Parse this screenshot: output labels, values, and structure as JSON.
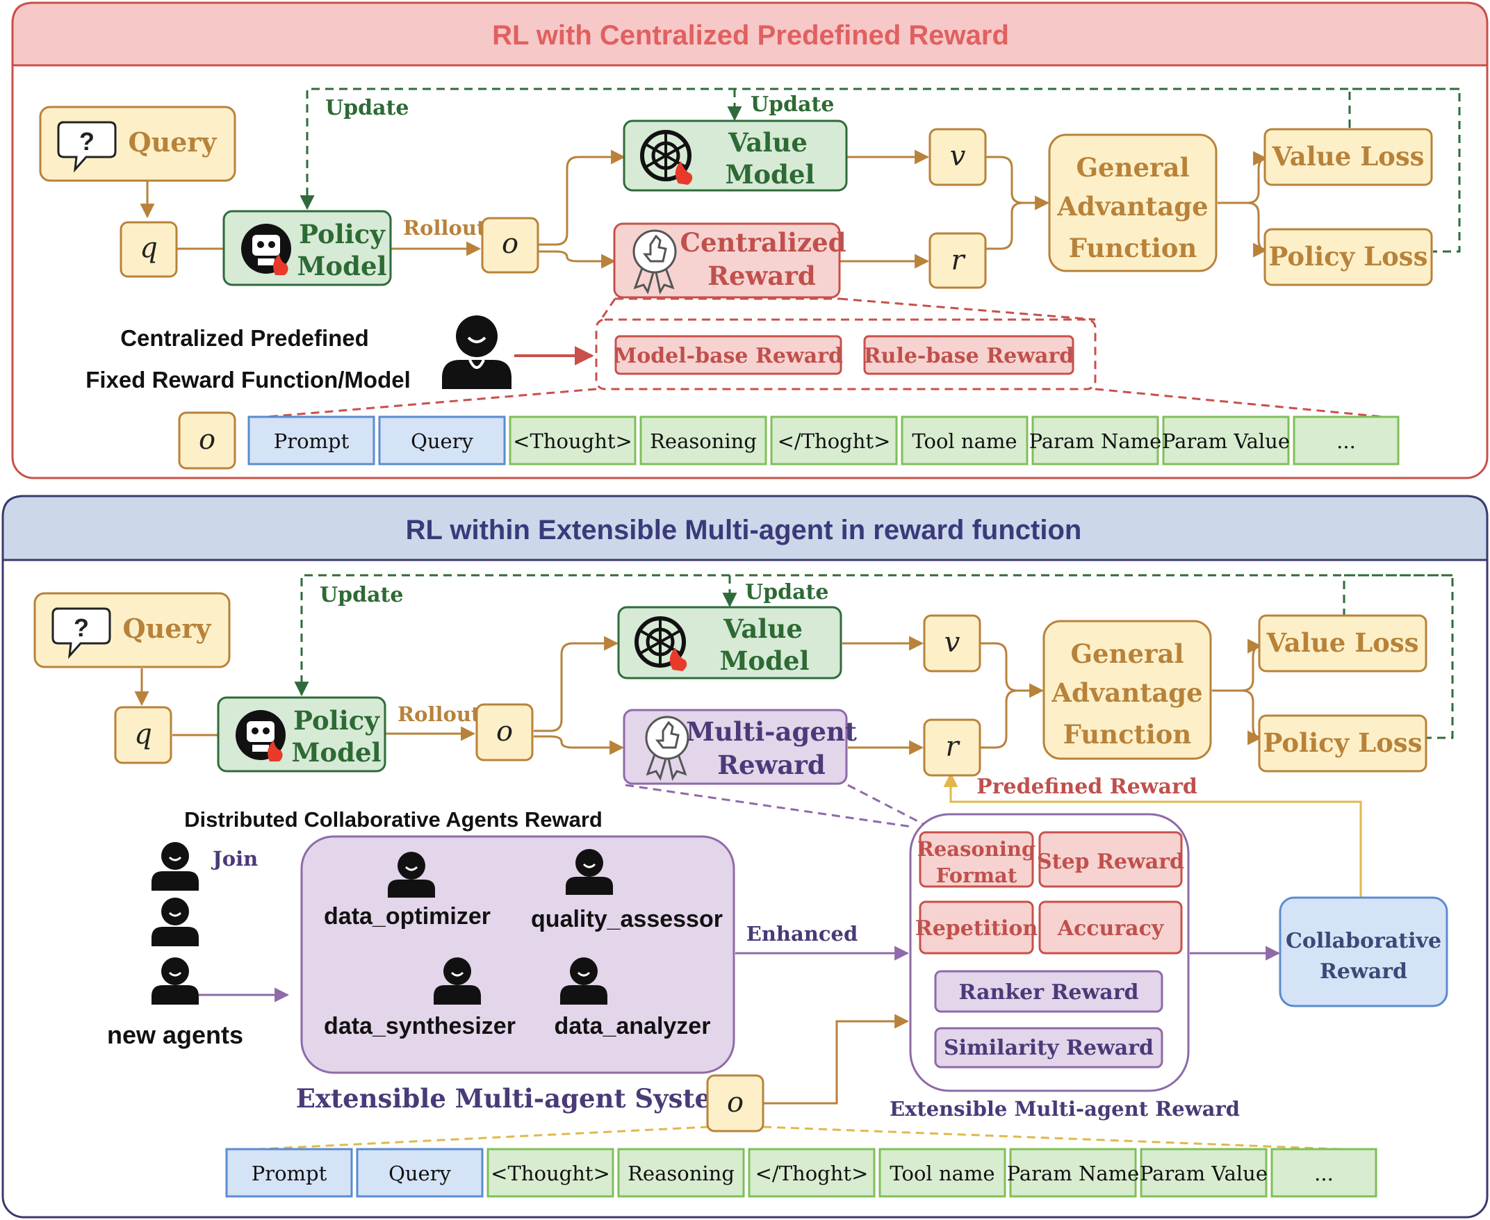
{
  "colors": {
    "orange": "#b8823a",
    "orange_fill": "#fdf0c8",
    "orange_text": "#b8823a",
    "green": "#2f6b3a",
    "green_fill": "#d6ead6",
    "green_text": "#2d6a34",
    "red": "#c8504a",
    "red_fill": "#f6d3d0",
    "red_text": "#c0504d",
    "purple": "#8e6aa8",
    "purple_fill": "#e3d5ea",
    "purple_text": "#4a3a78",
    "blue": "#5b8bd0",
    "blue_fill": "#d5e3f6",
    "token_green_border": "#7fbf5a",
    "token_green_fill": "#d8ecd0",
    "yellow_line": "#e0b84a",
    "top_header": "#f7c8c8",
    "bottom_header": "#ccd7ea"
  },
  "top": {
    "title": "RL with Centralized  Predefined Reward",
    "query": "Query",
    "q": "q",
    "policy": [
      "Policy",
      "Model"
    ],
    "rollout": "Rollout",
    "o": "o",
    "update_left": "Update",
    "update_right": "Update",
    "value_model": [
      "Value",
      "Model"
    ],
    "reward": [
      "Centralized",
      "Reward"
    ],
    "v": "v",
    "r": "r",
    "gaf": [
      "General",
      "Advantage",
      "Function"
    ],
    "value_loss": "Value Loss",
    "policy_loss": "Policy Loss",
    "central_label": [
      "Centralized  Predefined",
      "Fixed Reward Function/Model"
    ],
    "model_base": "Model-base Reward",
    "rule_base": "Rule-base Reward",
    "tokens": [
      "Prompt",
      "Query",
      "<Thought>",
      "Reasoning",
      "</Thoght>",
      "Tool name",
      "Param Name",
      "Param Value",
      "..."
    ]
  },
  "bottom": {
    "title": "RL within Extensible  Multi-agent in reward function",
    "query": "Query",
    "q": "q",
    "policy": [
      "Policy",
      "Model"
    ],
    "rollout": "Rollout",
    "o": "o",
    "update_left": "Update",
    "update_right": "Update",
    "value_model": [
      "Value",
      "Model"
    ],
    "reward": [
      "Multi-agent",
      "Reward"
    ],
    "v": "v",
    "r": "r",
    "gaf": [
      "General",
      "Advantage",
      "Function"
    ],
    "value_loss": "Value Loss",
    "policy_loss": "Policy Loss",
    "distributed_label": "Distributed Collaborative Agents Reward",
    "join": "Join",
    "new_agents": "new agents",
    "agents": [
      "data_optimizer",
      "quality_assessor",
      "data_synthesizer",
      "data_analyzer"
    ],
    "system_label": "Extensible Multi-agent System",
    "enhanced": "Enhanced",
    "predefined_reward": "Predefined Reward",
    "rewards": {
      "reasoning_format": [
        "Reasoning",
        "Format"
      ],
      "step": "Step Reward",
      "repetition": "Repetition",
      "accuracy": "Accuracy",
      "ranker": "Ranker Reward",
      "similarity": "Similarity Reward"
    },
    "reward_group_label": "Extensible Multi-agent  Reward",
    "collaborative": [
      "Collaborative",
      "Reward"
    ],
    "o2": "o",
    "tokens": [
      "Prompt",
      "Query",
      "<Thought>",
      "Reasoning",
      "</Thoght>",
      "Tool name",
      "Param Name",
      "Param Value",
      "..."
    ]
  }
}
